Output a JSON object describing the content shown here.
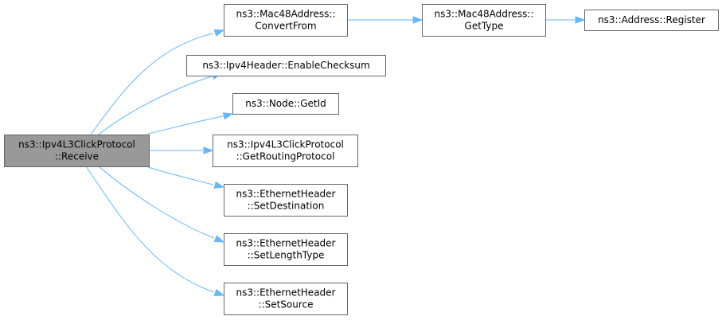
{
  "diagram": {
    "type": "call-graph",
    "colors": {
      "root_fill": "#999999",
      "node_fill": "#ffffff",
      "node_border": "#666666",
      "edge": "#63b8ff",
      "text": "#000000"
    },
    "nodes": [
      {
        "id": "receive",
        "root": true,
        "lines": [
          "ns3::Ipv4L3ClickProtocol",
          "::Receive"
        ]
      },
      {
        "id": "convert_from",
        "lines": [
          "ns3::Mac48Address::",
          "ConvertFrom"
        ]
      },
      {
        "id": "get_type",
        "lines": [
          "ns3::Mac48Address::",
          "GetType"
        ]
      },
      {
        "id": "register",
        "lines": [
          "ns3::Address::Register"
        ]
      },
      {
        "id": "enable_checksum",
        "lines": [
          "ns3::Ipv4Header::EnableChecksum"
        ]
      },
      {
        "id": "get_id",
        "lines": [
          "ns3::Node::GetId"
        ]
      },
      {
        "id": "get_routing_protocol",
        "lines": [
          "ns3::Ipv4L3ClickProtocol",
          "::GetRoutingProtocol"
        ]
      },
      {
        "id": "set_destination",
        "lines": [
          "ns3::EthernetHeader",
          "::SetDestination"
        ]
      },
      {
        "id": "set_length_type",
        "lines": [
          "ns3::EthernetHeader",
          "::SetLengthType"
        ]
      },
      {
        "id": "set_source",
        "lines": [
          "ns3::EthernetHeader",
          "::SetSource"
        ]
      }
    ],
    "edges": [
      {
        "from": "receive",
        "to": "convert_from"
      },
      {
        "from": "receive",
        "to": "enable_checksum"
      },
      {
        "from": "receive",
        "to": "get_id"
      },
      {
        "from": "receive",
        "to": "get_routing_protocol"
      },
      {
        "from": "receive",
        "to": "set_destination"
      },
      {
        "from": "receive",
        "to": "set_length_type"
      },
      {
        "from": "receive",
        "to": "set_source"
      },
      {
        "from": "convert_from",
        "to": "get_type"
      },
      {
        "from": "get_type",
        "to": "register"
      }
    ]
  }
}
